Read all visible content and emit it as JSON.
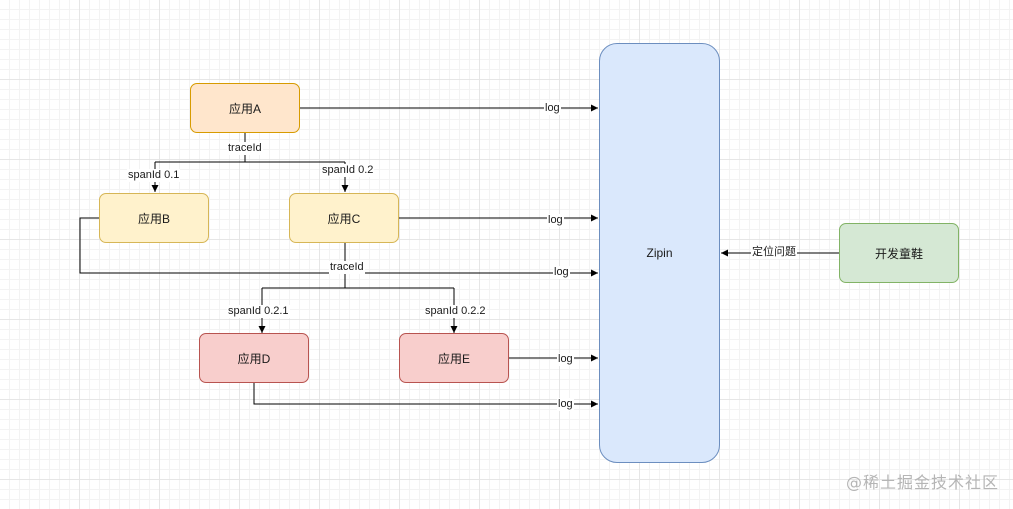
{
  "nodes": {
    "app_a": "应用A",
    "app_b": "应用B",
    "app_c": "应用C",
    "app_d": "应用D",
    "app_e": "应用E",
    "zipkin": "Zipin",
    "developer": "开发童鞋"
  },
  "edge_labels": {
    "trace_id_top": "traceId",
    "span_b": "spanId 0.1",
    "span_c": "spanId 0.2",
    "trace_id_mid": "traceId",
    "span_d": "spanId 0.2.1",
    "span_e": "spanId 0.2.2",
    "log_a": "log",
    "log_c": "log",
    "log_b": "log",
    "log_e": "log",
    "log_d": "log",
    "locate_issue": "定位问题"
  },
  "watermark": "@稀土掘金技术社区",
  "colors": {
    "orange_fill": "#ffe6cc",
    "yellow_fill": "#fff2cc",
    "red_fill": "#f8cecc",
    "green_fill": "#d5e8d4",
    "blue_fill": "#dae8fc"
  }
}
